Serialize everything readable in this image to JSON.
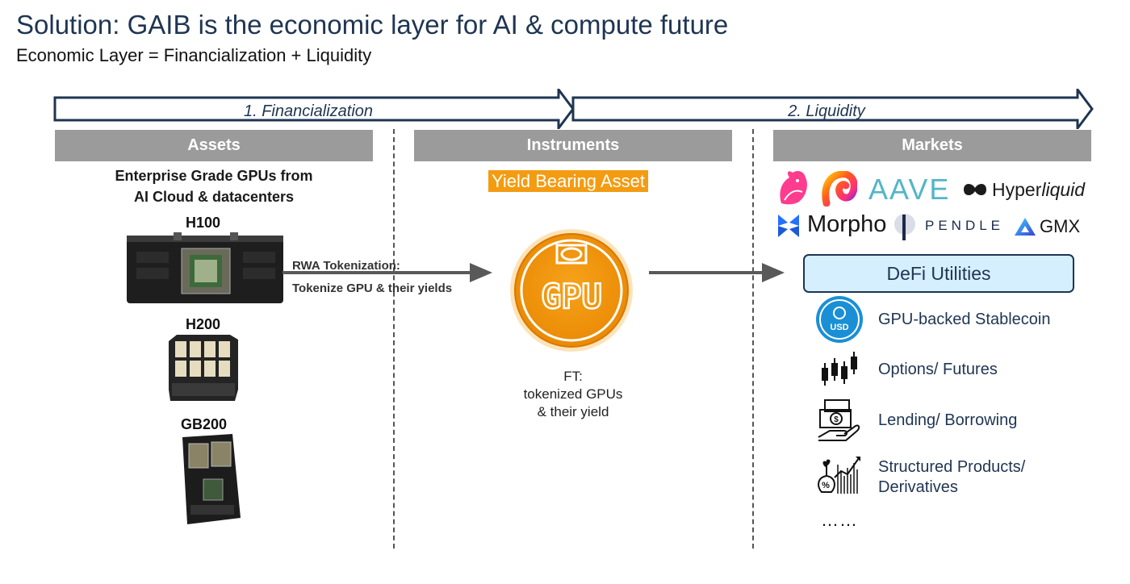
{
  "title": "Solution: GAIB is the economic layer for AI & compute future",
  "subtitle": "Economic Layer = Financialization + Liquidity",
  "phases": [
    {
      "label": "1. Financialization"
    },
    {
      "label": "2. Liquidity"
    }
  ],
  "columns": {
    "assets": {
      "header": "Assets",
      "description_line1": "Enterprise Grade GPUs from",
      "description_line2": "AI Cloud & datacenters",
      "gpus": [
        {
          "label": "H100"
        },
        {
          "label": "H200"
        },
        {
          "label": "GB200"
        }
      ]
    },
    "instruments": {
      "header": "Instruments",
      "tag": "Yield Bearing Asset",
      "tag_color": "#f39c12",
      "token_text": "GPU",
      "token_color": "#f3980f",
      "caption_line1": "FT:",
      "caption_line2": "tokenized GPUs",
      "caption_line3": "& their yield"
    },
    "markets": {
      "header": "Markets",
      "logos": [
        {
          "name": "Uniswap",
          "icon": "unicorn-icon",
          "text": ""
        },
        {
          "name": "Curve",
          "icon": "curve-icon",
          "text": ""
        },
        {
          "name": "AAVE",
          "icon": "",
          "text": "AAVE"
        },
        {
          "name": "Hyperliquid",
          "icon": "hyperliquid-icon",
          "text_main": "Hyper",
          "text_italic": "liquid"
        },
        {
          "name": "Morpho",
          "icon": "morpho-icon",
          "text": "Morpho"
        },
        {
          "name": "Pendle",
          "icon": "pendle-icon",
          "text": "PENDLE"
        },
        {
          "name": "GMX",
          "icon": "gmx-icon",
          "text": "GMX"
        }
      ],
      "defi_title": "DeFi Utilities",
      "utilities": [
        {
          "label": "GPU-backed Stablecoin",
          "icon": "stablecoin-icon",
          "badge": "USD"
        },
        {
          "label": "Options/ Futures",
          "icon": "candlestick-icon"
        },
        {
          "label": "Lending/ Borrowing",
          "icon": "lending-icon"
        },
        {
          "label_line1": "Structured Products/",
          "label_line2": "Derivatives",
          "icon": "structured-products-icon"
        }
      ],
      "more": "……"
    }
  },
  "flow": {
    "tokenization_line1": "RWA Tokenization:",
    "tokenization_line2": "Tokenize GPU & their yields"
  },
  "colors": {
    "title": "#1f3552",
    "header_bg": "#9b9b9b",
    "defi_box_bg": "#d6efff",
    "defi_box_border": "#1f3552",
    "arrow": "#595959"
  }
}
